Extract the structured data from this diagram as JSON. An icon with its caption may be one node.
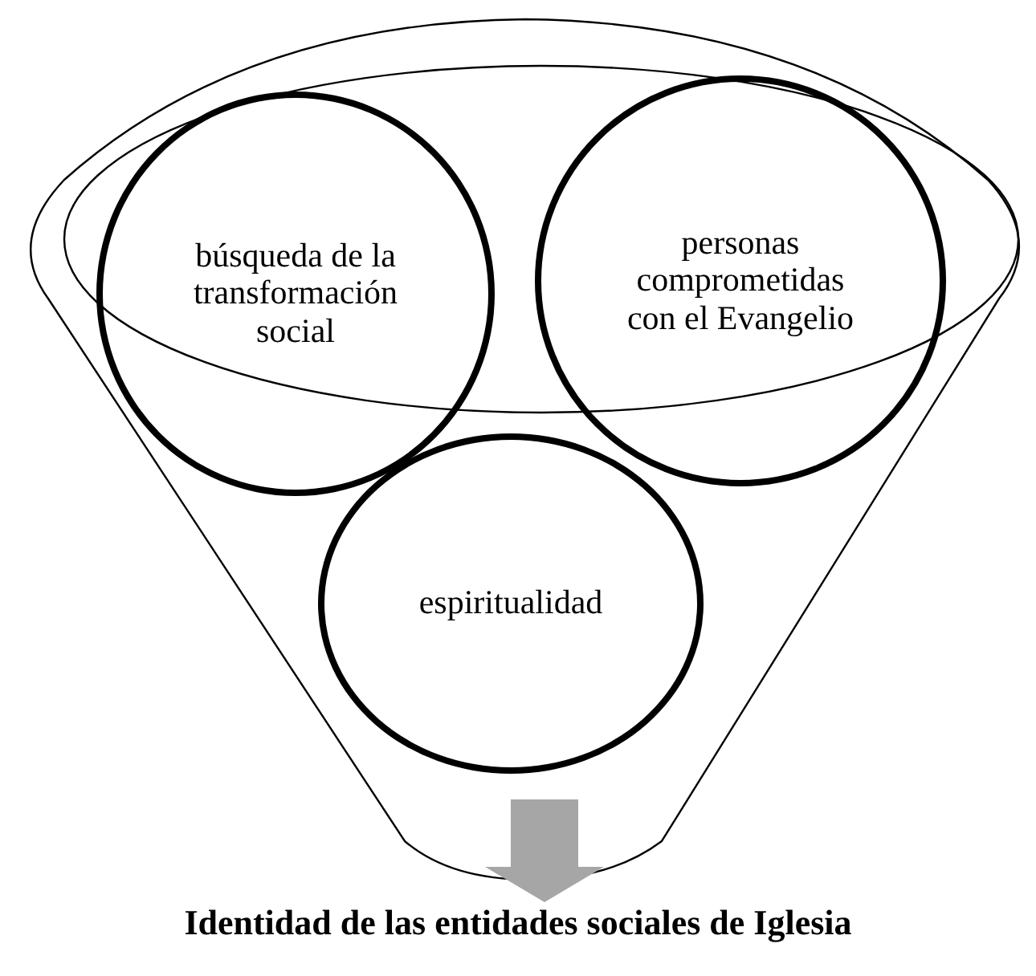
{
  "diagram": {
    "nodes": [
      {
        "text": [],
        "shape": "funnel"
      },
      {
        "text": [
          "búsqueda de la transformación social"
        ],
        "in": 0
      },
      {
        "text": [
          "personas comprometidas con el Evangelio"
        ],
        "in": 0
      },
      {
        "text": [
          "espiritualidad"
        ],
        "in": 0
      },
      {
        "text": [
          "Identidad de las entidades sociales de Iglesia"
        ]
      }
    ],
    "edges": [
      {
        "from": 0,
        "to": 4,
        "arrow": "to",
        "style": "thick",
        "color": "#a6a6a6"
      }
    ]
  }
}
